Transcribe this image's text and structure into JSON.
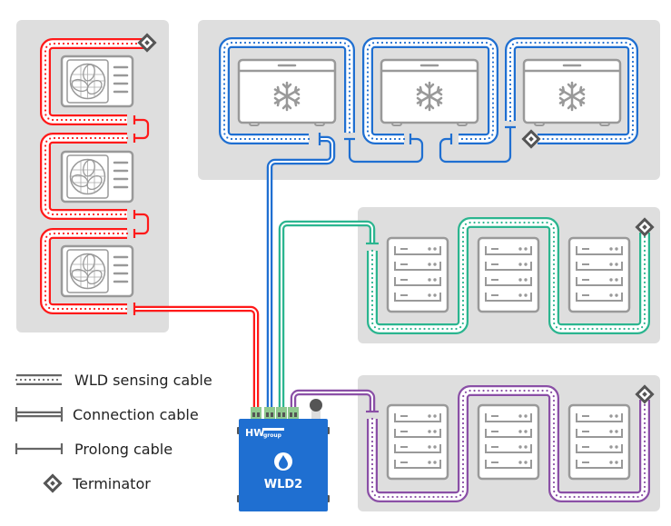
{
  "legend": {
    "sensing_cable": "WLD sensing cable",
    "connection_cable": "Connection cable",
    "prolong_cable": "Prolong cable",
    "terminator": "Terminator"
  },
  "device": {
    "name": "WLD2",
    "logo_main": "HW",
    "logo_sub": "group",
    "icon": "water-drop-icon"
  },
  "groups": {
    "air_conditioners": {
      "count": 3,
      "icon": "ac-fan-icon",
      "cable_color": "red"
    },
    "freezers": {
      "count": 3,
      "icon": "snowflake-icon",
      "cable_color": "blue"
    },
    "server_racks_1": {
      "count": 3,
      "icon": "server-rack-icon",
      "cable_color": "green"
    },
    "server_racks_2": {
      "count": 3,
      "icon": "server-rack-icon",
      "cable_color": "purple"
    }
  },
  "colors": {
    "red": "#ff1a1a",
    "blue": "#1f6fd1",
    "green": "#2bb58f",
    "purple": "#8a4fa6",
    "device": "#1f6fd1",
    "equipment": "#999999",
    "panel": "#dedede",
    "legend": "#666666"
  }
}
